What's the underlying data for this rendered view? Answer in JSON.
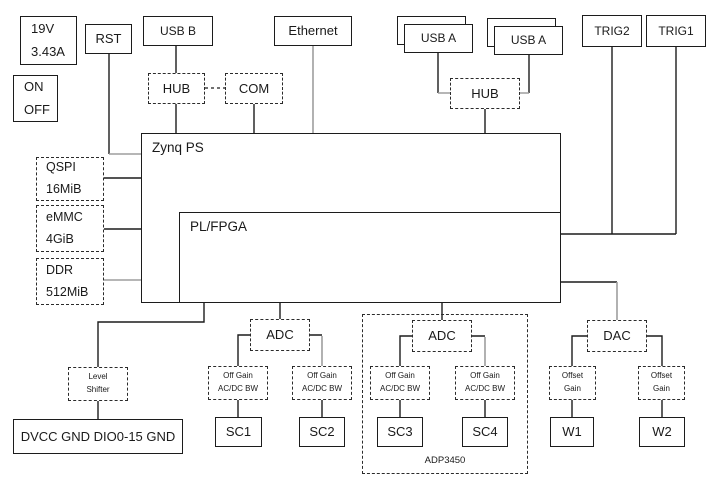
{
  "diagram": {
    "device_label": "ADP3450",
    "colors": {
      "line": "#1c1c1c",
      "line_gray": "#9e9e9e",
      "background": "#ffffff"
    },
    "blocks": {
      "power": {
        "line1": "19V",
        "line2": "3.43A"
      },
      "power_switch": {
        "line1": "ON",
        "line2": "OFF"
      },
      "reset": "RST",
      "usb_b": "USB B",
      "usb_a": "USB A",
      "hub": "HUB",
      "com": "COM",
      "ethernet": "Ethernet",
      "trig2": "TRIG2",
      "trig1": "TRIG1",
      "zynq_ps": "Zynq PS",
      "pl_fpga": "PL/FPGA",
      "qspi": {
        "line1": "QSPI",
        "line2": "16MiB"
      },
      "emmc": {
        "line1": "eMMC",
        "line2": "4GiB"
      },
      "ddr": {
        "line1": "DDR",
        "line2": "512MiB"
      },
      "level_shifter": {
        "line1": "Level",
        "line2": "Shifter"
      },
      "dio_header": "DVCC GND DIO0-15 GND",
      "adc": "ADC",
      "dac": "DAC",
      "off_gain": {
        "line1": "Off Gain",
        "line2": "AC/DC BW"
      },
      "offset_gain": {
        "line1": "Offset",
        "line2": "Gain"
      },
      "sc1": "SC1",
      "sc2": "SC2",
      "sc3": "SC3",
      "sc4": "SC4",
      "w1": "W1",
      "w2": "W2"
    }
  }
}
